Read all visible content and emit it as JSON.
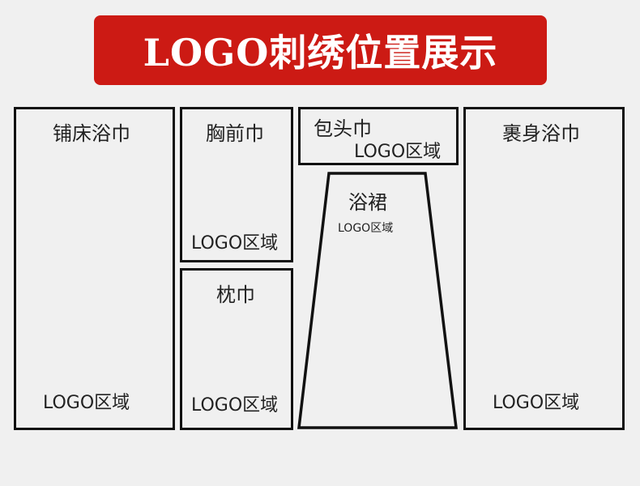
{
  "title": "LOGO刺绣位置展示",
  "items": {
    "bath_towel": {
      "name": "铺床浴巾",
      "logo": "LOGO区域"
    },
    "chest_towel": {
      "name": "胸前巾",
      "logo": "LOGO区域"
    },
    "pillow_towel": {
      "name": "枕巾",
      "logo": "LOGO区域"
    },
    "head_towel": {
      "name": "包头巾",
      "logo": "LOGO区域"
    },
    "bath_skirt": {
      "name": "浴裙",
      "logo": "LOGO区域"
    },
    "wrap_towel": {
      "name": "裹身浴巾",
      "logo": "LOGO区域"
    }
  }
}
